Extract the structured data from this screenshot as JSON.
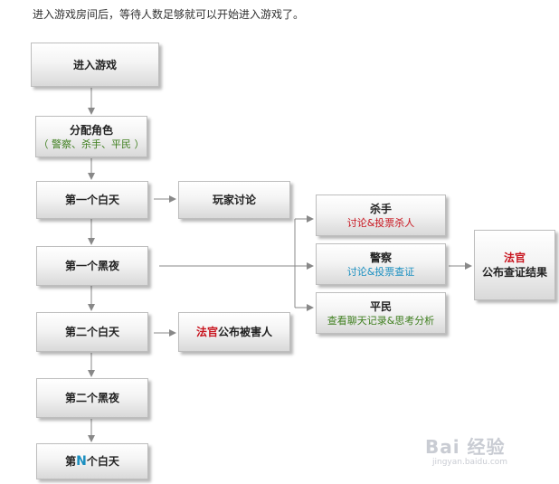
{
  "intro_text": "进入游戏房间后，等待人数足够就可以开始进入游戏了。",
  "nodes": {
    "enter_game": "进入游戏",
    "assign_roles": {
      "title": "分配角色",
      "roles": "（ 警察、杀手、平民 ）"
    },
    "day1": "第一个白天",
    "discussion": "玩家讨论",
    "night1": "第一个黑夜",
    "day2": {
      "judge": "法官",
      "rest": "公布被害人"
    },
    "day2_label": "第二个白天",
    "night2": "第二个黑夜",
    "dayN": {
      "prefix": "第",
      "n": "N",
      "suffix": "个白天"
    },
    "killer": {
      "title": "杀手",
      "action": "讨论&投票杀人"
    },
    "police": {
      "title": "警察",
      "action": "讨论&投票查证"
    },
    "civilian": {
      "title": "平民",
      "action": "查看聊天记录&思考分析"
    },
    "judge": {
      "title": "法官",
      "action": "公布查证结果"
    }
  },
  "colors": {
    "red": "#c8141e",
    "green": "#3f7f1f",
    "cyan": "#1a8fc0",
    "arrow": "#888888"
  },
  "watermark": {
    "brand": "Bai 经验",
    "url": "jingyan.baidu.com"
  }
}
